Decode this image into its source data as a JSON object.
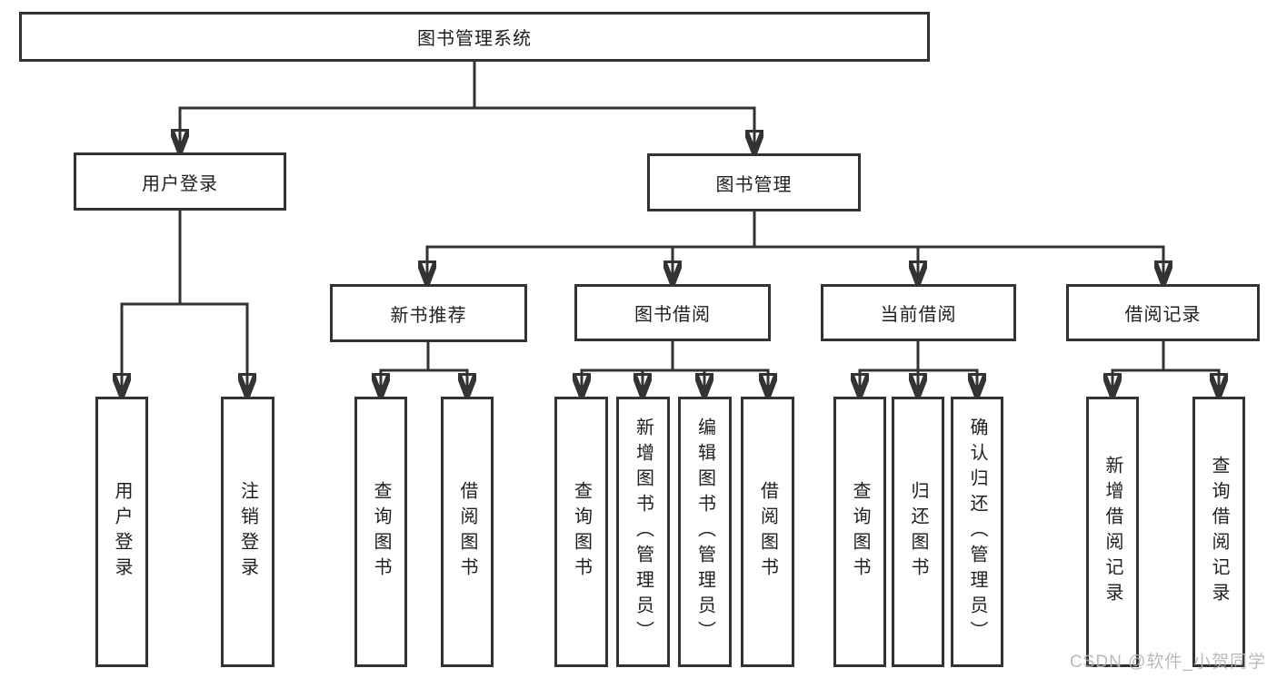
{
  "diagram": {
    "root": "图书管理系统",
    "branches": {
      "user": {
        "label": "用户登录",
        "children": [
          "用户登录",
          "注销登录"
        ]
      },
      "books": {
        "label": "图书管理",
        "groups": [
          {
            "label": "新书推荐",
            "children": [
              "查询图书",
              "借阅图书"
            ]
          },
          {
            "label": "图书借阅",
            "children": [
              "查询图书",
              "新增图书（管理员）",
              "编辑图书（管理员）",
              "借阅图书"
            ]
          },
          {
            "label": "当前借阅",
            "children": [
              "查询图书",
              "归还图书",
              "确认归还（管理员）"
            ]
          },
          {
            "label": "借阅记录",
            "children": [
              "新增借阅记录",
              "查询借阅记录"
            ]
          }
        ]
      }
    }
  },
  "watermark": "CSDN @软件_小贺同学",
  "colors": {
    "line": "#333333",
    "text": "#1f1f1f",
    "box_background": "#ffffff",
    "watermark": "#b2b2b2"
  }
}
